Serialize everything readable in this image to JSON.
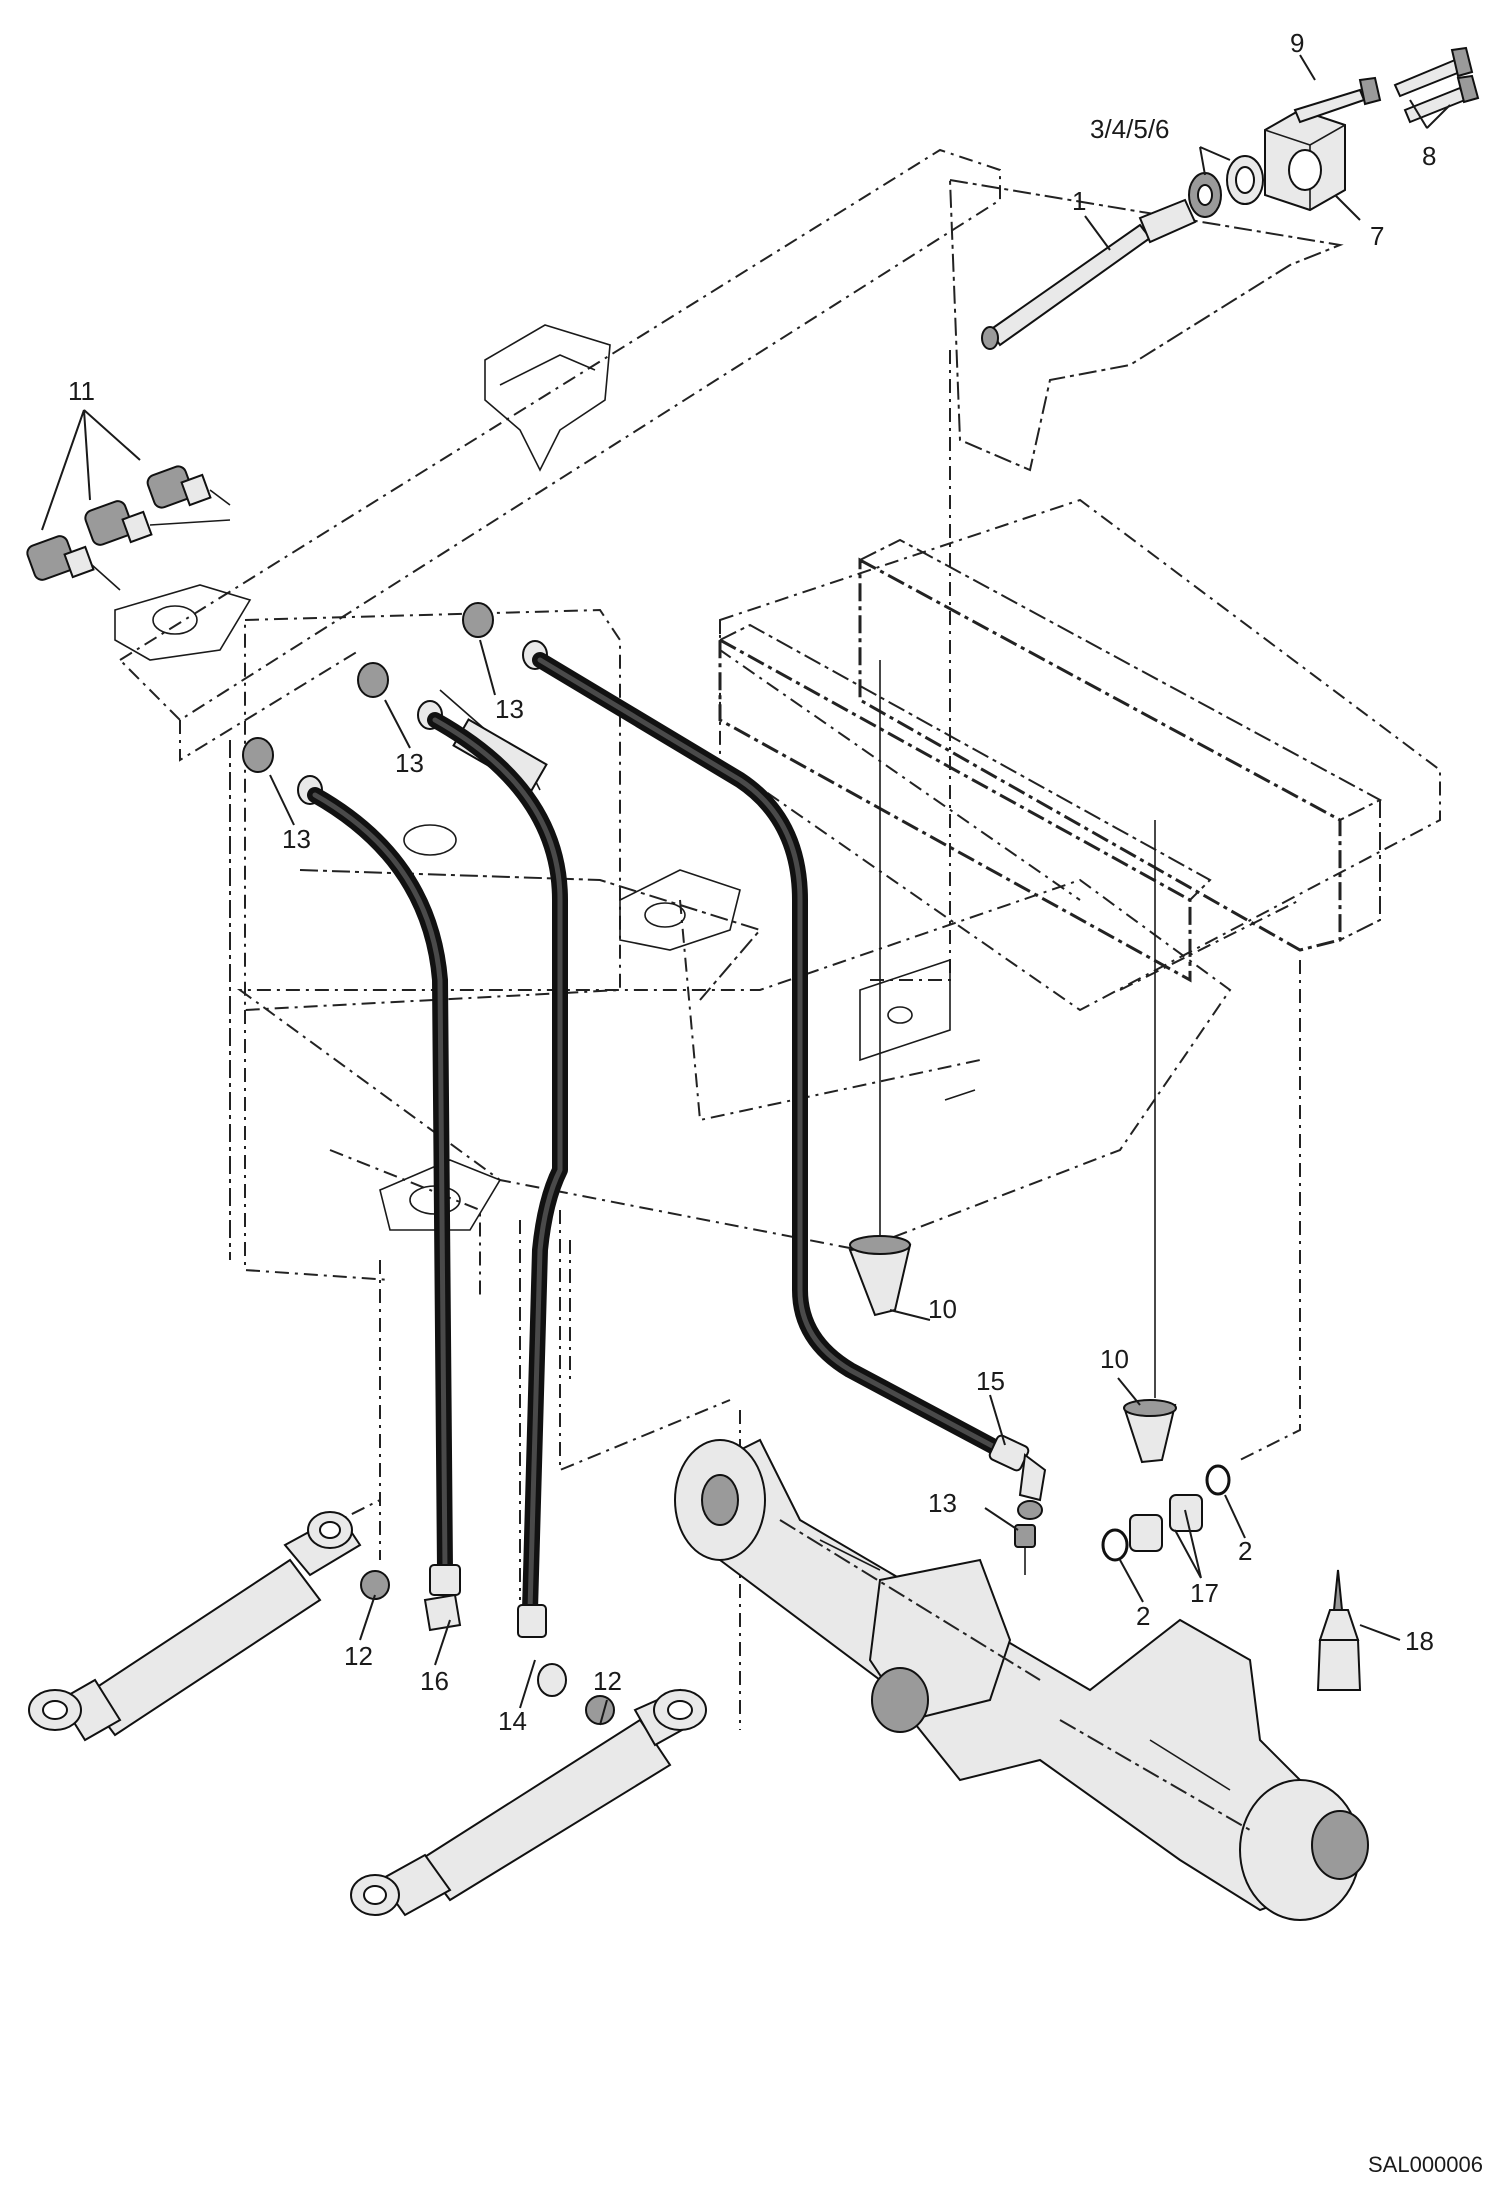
{
  "diagram": {
    "drawing_code": "SAL000006",
    "callouts": {
      "c1": "1",
      "c3456": "3/4/5/6",
      "c7": "7",
      "c8": "8",
      "c9": "9",
      "c11": "11",
      "c13a": "13",
      "c13b": "13",
      "c13c": "13",
      "c13d": "13",
      "c10a": "10",
      "c10b": "10",
      "c15": "15",
      "c2a": "2",
      "c2b": "2",
      "c17": "17",
      "c18": "18",
      "c12a": "12",
      "c12b": "12",
      "c16": "16",
      "c14": "14"
    }
  }
}
